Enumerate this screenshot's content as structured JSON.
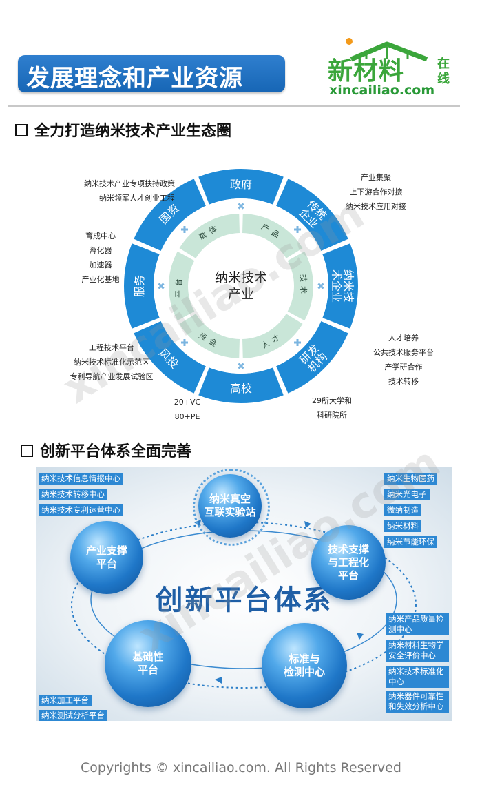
{
  "page_title": "发展理念和产业资源",
  "logo": {
    "main": "新材料",
    "side": "在线",
    "url": "xincailiao.com",
    "color": "#3ba63b"
  },
  "section1": {
    "heading": "全力打造纳米技术产业生态圈",
    "center": [
      "纳米技术",
      "产业"
    ],
    "outer_segments": [
      "政府",
      "传统企业",
      "纳米技术企业",
      "研发机构",
      "高校",
      "风投",
      "服务",
      "国资"
    ],
    "inner_segments": [
      "产品",
      "技术",
      "人才",
      "资金",
      "平台",
      "载体"
    ],
    "notes": {
      "gov": [
        "纳米技术产业专项扶持政策",
        "纳米领军人才创业工程"
      ],
      "traditional": [
        "产业集聚",
        "上下游合作对接",
        "纳米技术应用对接"
      ],
      "state": [
        "育成中心",
        "孵化器",
        "加速器",
        "产业化基地"
      ],
      "research": [
        "人才培养",
        "公共技术服务平台",
        "产学研合作",
        "技术转移"
      ],
      "service": [
        "工程技术平台",
        "纳米技术标准化示范区",
        "专利导航产业发展试验区"
      ],
      "vc": [
        "20+VC",
        "80+PE"
      ],
      "univ": [
        "29所大学和",
        "科研院所"
      ]
    },
    "colors": {
      "outer": "#1e8ad6",
      "inner": "#c9e6d8",
      "center": "#ffffff"
    }
  },
  "section2": {
    "heading": "创新平台体系全面完善",
    "center_title": "创新平台体系",
    "spheres": {
      "top": [
        "纳米真空",
        "互联实验站"
      ],
      "left": [
        "产业支撑",
        "平台"
      ],
      "right": [
        "技术支撑",
        "与工程化",
        "平台"
      ],
      "bottom_left": [
        "基础性",
        "平台"
      ],
      "bottom_right": [
        "标准与",
        "检测中心"
      ]
    },
    "tags": {
      "top_left": [
        "纳米技术信息情报中心",
        "纳米技术转移中心",
        "纳米技术专利运营中心"
      ],
      "top_right": [
        "纳米生物医药",
        "纳米光电子",
        "微纳制造",
        "纳米材料",
        "纳米节能环保"
      ],
      "bottom_right": [
        "纳米产品质量检测中心",
        "纳米材料生物学安全评价中心",
        "纳米技术标准化中心",
        "纳米器件可靠性和失效分析中心"
      ],
      "bottom_left": [
        "纳米加工平台",
        "纳米测试分析平台"
      ]
    }
  },
  "watermark": "xincailiao.com",
  "footer": "Copyrights © xincailiao.com. All Rights Reserved"
}
